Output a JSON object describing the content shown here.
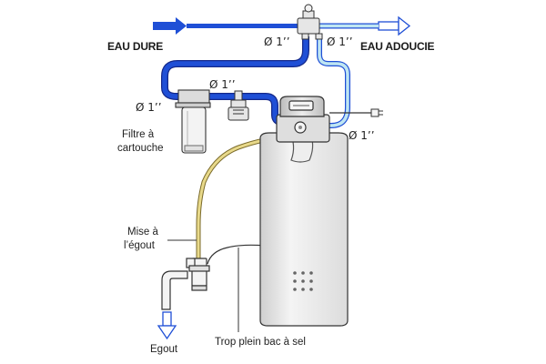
{
  "labels": {
    "hard_water": "EAU DURE",
    "soft_water": "EAU ADOUCIE",
    "diameter": "Ø 1’’",
    "filter_line1": "Filtre à",
    "filter_line2": "cartouche",
    "drain_line1": "Mise à",
    "drain_line2": "l’égout",
    "sewer": "Egout",
    "overflow": "Trop plein bac à sel"
  },
  "colors": {
    "hard_water_pipe": "#1f4fd6",
    "soft_water_pipe": "#bfe6f2",
    "drain_hose": "#e8d98a",
    "outline": "#333333"
  }
}
